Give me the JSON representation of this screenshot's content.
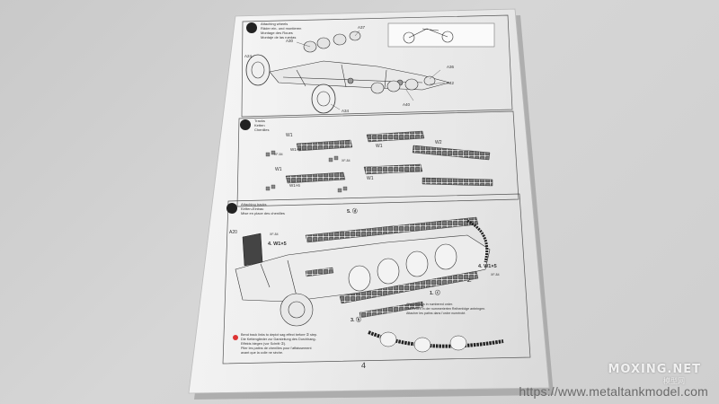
{
  "steps": [
    {
      "number": "5",
      "title_lines": [
        "Attaching wheels",
        "Räder ein- und montieren",
        "Montage des Roues",
        "Montaje de las ruedas"
      ]
    },
    {
      "number": "6",
      "title_lines": [
        "Tracks",
        "Ketten",
        "Chenilles"
      ]
    },
    {
      "number": "7",
      "title_lines": [
        "Attaching tracks",
        "Ketten-Einbau",
        "Mise en place des chenilles"
      ]
    }
  ],
  "part_labels": {
    "a30": "A30",
    "a37": "A37",
    "a24": "A24",
    "a36": "A36",
    "a42": "A42",
    "a40": "A40",
    "a34": "A34",
    "w1": "W1",
    "w2": "W2",
    "a20": "A20",
    "xf84": "XF-84",
    "w1x5": "W1×5",
    "w1x6": "W1×6"
  },
  "callouts": {
    "c5d": "5. ⓓ",
    "c4w1": "4. W1×5",
    "c4w1b": "4. W1×5",
    "c1c": "1. ⓒ",
    "c2": "2.",
    "c3b": "3. ⓑ"
  },
  "notes": [
    "Attach tracks in numbered order.",
    "Die Ketten in der nummerierten Reihenfolge anbringen.",
    "Attacher les patins dans l'ordre numéroté."
  ],
  "footnote": [
    "Bend track links to depict sag effect before ② step.",
    "Die Kettenglieder zur Darstellung des Durchhang-",
    "Effekts biegen (vor Schritt ②).",
    "Plier les patins de chenilles pour l'affaissement",
    "avant que la colle ne sèche."
  ],
  "page_number": "4",
  "watermark": {
    "brand": "MOXING.NET",
    "brand_sub": "模型网",
    "url": "https://www.metaltankmodel.com"
  }
}
